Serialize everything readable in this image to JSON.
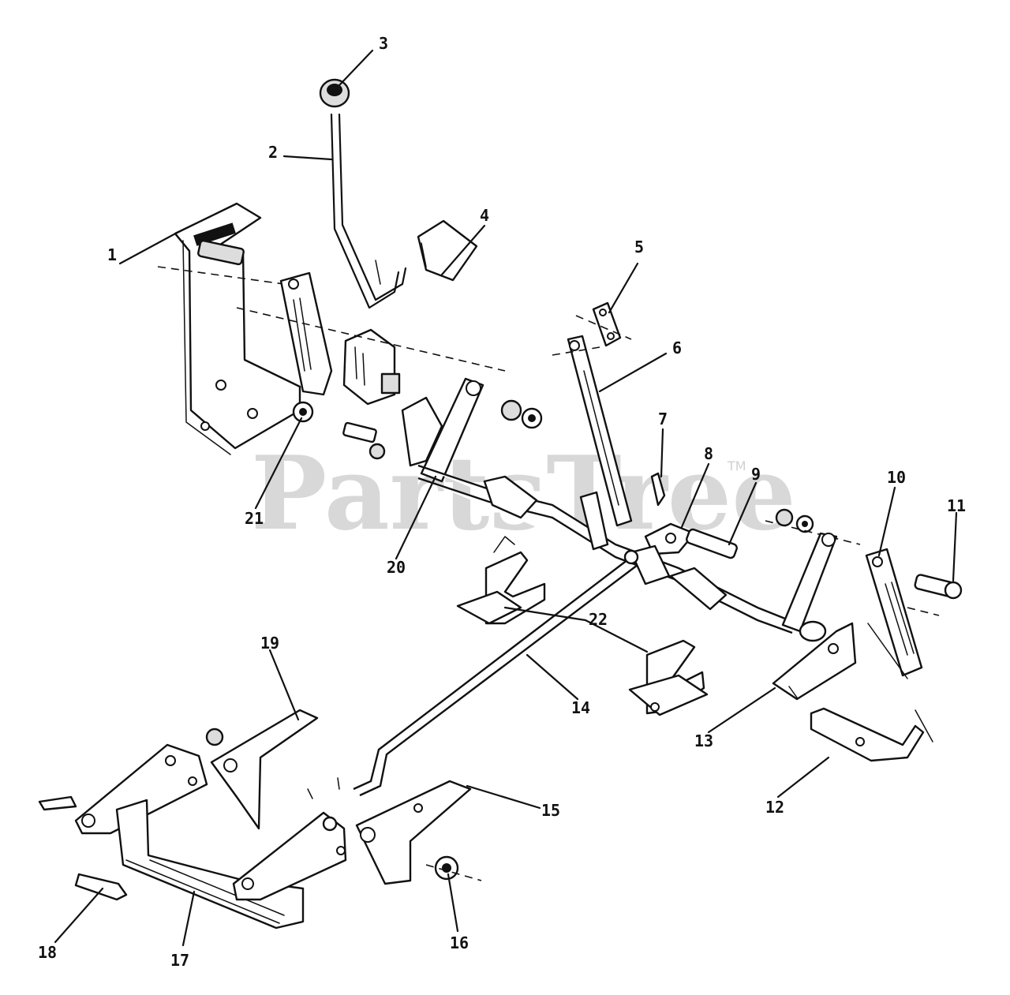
{
  "watermark": {
    "brand": "PartsTree",
    "trademark": "TM"
  },
  "callouts": [
    {
      "id": "c3",
      "label": "3"
    },
    {
      "id": "c2",
      "label": "2"
    },
    {
      "id": "c4",
      "label": "4"
    },
    {
      "id": "c1",
      "label": "1"
    },
    {
      "id": "c5",
      "label": "5"
    },
    {
      "id": "c6",
      "label": "6"
    },
    {
      "id": "c7",
      "label": "7"
    },
    {
      "id": "c8",
      "label": "8"
    },
    {
      "id": "c9",
      "label": "9"
    },
    {
      "id": "c10",
      "label": "10"
    },
    {
      "id": "c11",
      "label": "11"
    },
    {
      "id": "c21",
      "label": "21"
    },
    {
      "id": "c20",
      "label": "20"
    },
    {
      "id": "c22",
      "label": "22"
    },
    {
      "id": "c19",
      "label": "19"
    },
    {
      "id": "c14",
      "label": "14"
    },
    {
      "id": "c13",
      "label": "13"
    },
    {
      "id": "c12",
      "label": "12"
    },
    {
      "id": "c15",
      "label": "15"
    },
    {
      "id": "c16",
      "label": "16"
    },
    {
      "id": "c17",
      "label": "17"
    },
    {
      "id": "c18",
      "label": "18"
    }
  ]
}
